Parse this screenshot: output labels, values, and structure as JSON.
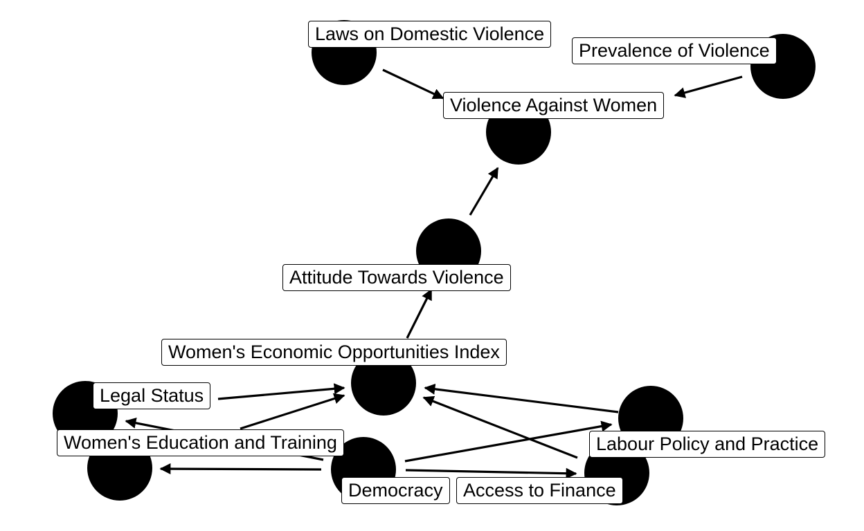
{
  "colors": {
    "background": "#ffffff",
    "node": "#000000",
    "edge": "#000000",
    "label_bg": "#ffffff",
    "label_border": "#000000"
  },
  "nodes": {
    "laws_dv": {
      "label": "Laws on Domestic Violence"
    },
    "prevalence": {
      "label": "Prevalence of Violence"
    },
    "vaw": {
      "label": "Violence Against Women"
    },
    "attitude": {
      "label": "Attitude Towards Violence"
    },
    "weoi": {
      "label": "Women's Economic Opportunities Index"
    },
    "legal": {
      "label": "Legal Status"
    },
    "education": {
      "label": "Women's Education and Training"
    },
    "democracy": {
      "label": "Democracy"
    },
    "finance": {
      "label": "Access to Finance"
    },
    "labour": {
      "label": "Labour Policy and Practice"
    }
  },
  "edges": [
    {
      "from": "laws_dv",
      "to": "vaw"
    },
    {
      "from": "prevalence",
      "to": "vaw"
    },
    {
      "from": "attitude",
      "to": "vaw"
    },
    {
      "from": "weoi",
      "to": "attitude"
    },
    {
      "from": "legal",
      "to": "weoi"
    },
    {
      "from": "education",
      "to": "weoi"
    },
    {
      "from": "labour",
      "to": "weoi"
    },
    {
      "from": "finance",
      "to": "weoi"
    },
    {
      "from": "democracy",
      "to": "legal"
    },
    {
      "from": "democracy",
      "to": "education"
    },
    {
      "from": "democracy",
      "to": "finance"
    },
    {
      "from": "democracy",
      "to": "labour"
    }
  ]
}
